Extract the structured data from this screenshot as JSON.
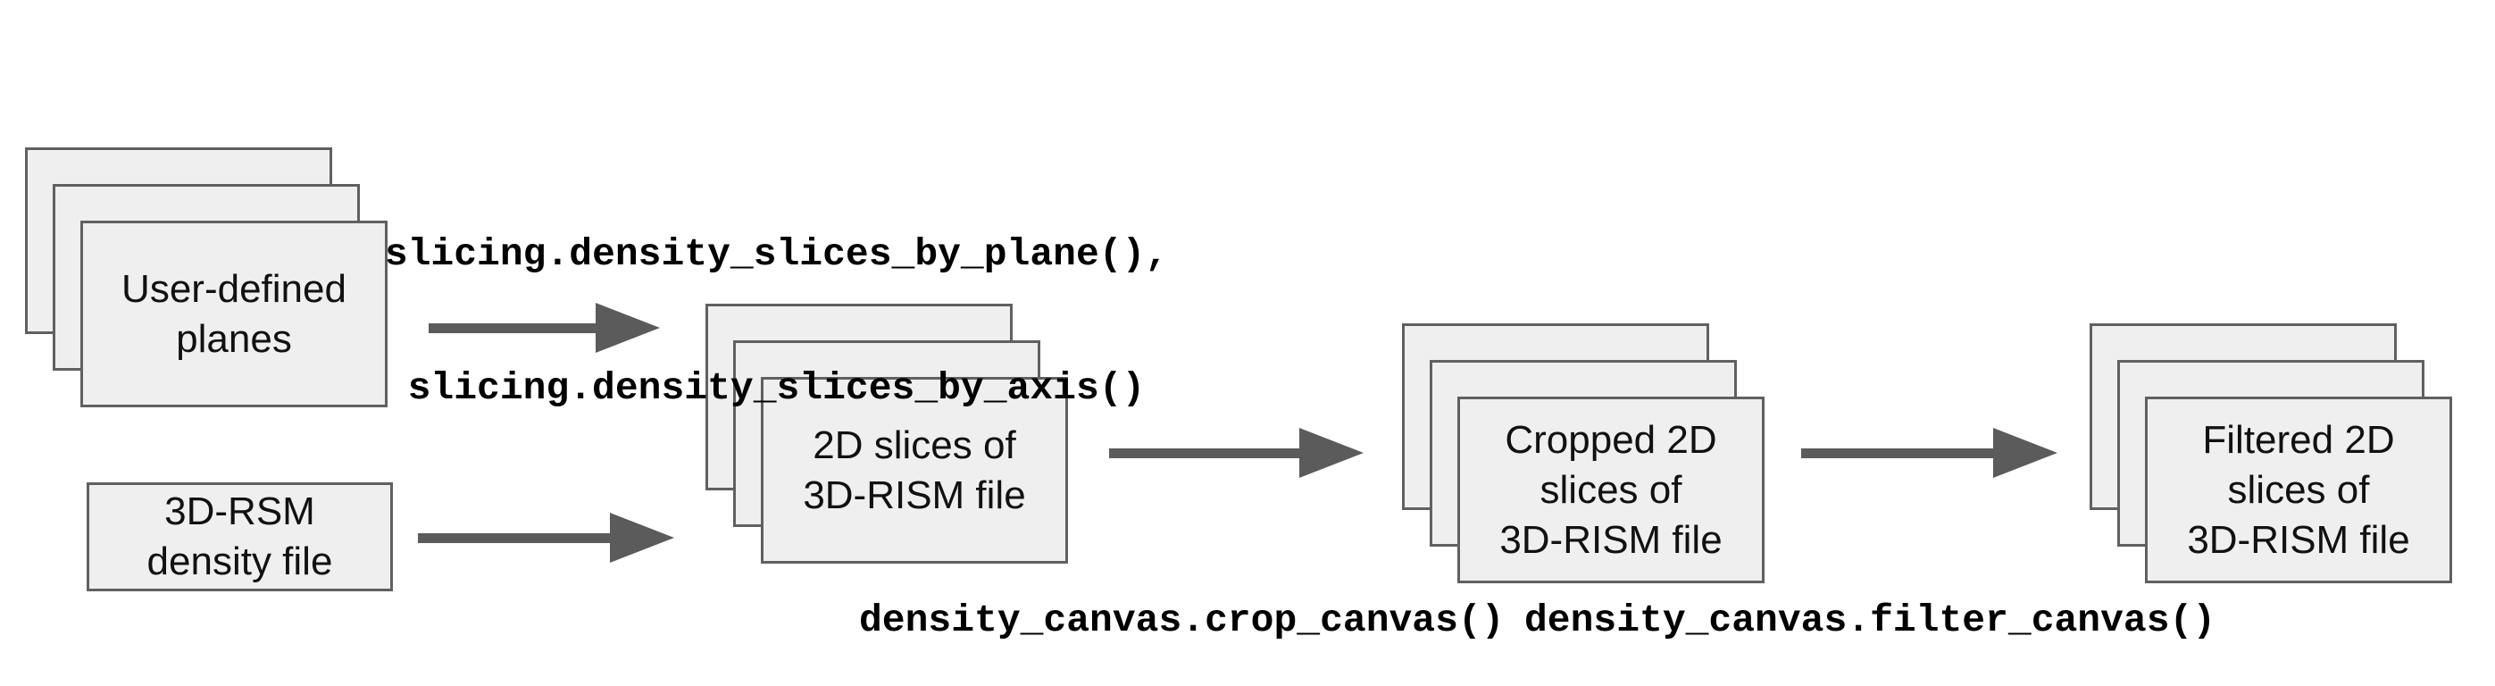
{
  "colors": {
    "background": "#ffffff",
    "card_fill": "#efefef",
    "card_border": "#606060",
    "arrow": "#5b5b5b",
    "label_text": "#111111",
    "code_text": "#000000"
  },
  "nodes": {
    "user_planes": {
      "lines": [
        "User-defined",
        "planes"
      ]
    },
    "density_file": {
      "lines": [
        "3D-RSM",
        "density file"
      ]
    },
    "slices_2d": {
      "lines": [
        "2D slices of",
        "3D-RISM file"
      ]
    },
    "cropped": {
      "lines": [
        "Cropped 2D",
        "slices of",
        "3D-RISM file"
      ]
    },
    "filtered": {
      "lines": [
        "Filtered 2D",
        "slices of",
        "3D-RISM file"
      ]
    }
  },
  "annotations": {
    "slicing_line1": "slicing.density_slices_by_plane(),",
    "slicing_line2": "slicing.density_slices_by_axis()",
    "crop": "density_canvas.crop_canvas()",
    "filter": "density_canvas.filter_canvas()"
  }
}
